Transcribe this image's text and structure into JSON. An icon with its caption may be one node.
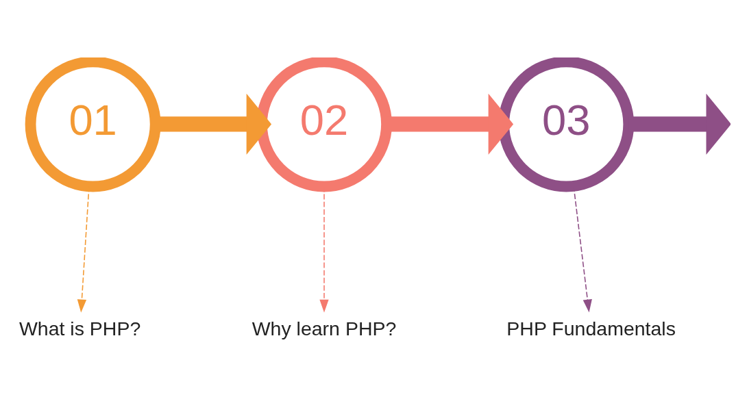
{
  "diagram": {
    "nodes": [
      {
        "text": [
          "01"
        ]
      },
      {
        "text": [
          "02"
        ]
      },
      {
        "text": [
          "03"
        ]
      },
      {
        "text": [
          "What is PHP?"
        ]
      },
      {
        "text": [
          "Why learn PHP?"
        ]
      },
      {
        "text": [
          "PHP Fundamentals"
        ]
      }
    ],
    "edges": [
      {
        "from": 0,
        "to": 1,
        "arrow": "to",
        "style": "thick",
        "color": "#f39a34"
      },
      {
        "from": 1,
        "to": 2,
        "arrow": "to",
        "style": "thick",
        "color": "#f47a6e"
      },
      {
        "from": 2,
        "to": null,
        "arrow": "to",
        "style": "thick",
        "color": "#8e4f86"
      },
      {
        "from": 0,
        "to": 3,
        "arrow": "to",
        "style": "dashed",
        "color": "#f39a34"
      },
      {
        "from": 1,
        "to": 4,
        "arrow": "to",
        "style": "dashed",
        "color": "#f47a6e"
      },
      {
        "from": 2,
        "to": 5,
        "arrow": "to",
        "style": "dashed",
        "color": "#8e4f86"
      }
    ]
  }
}
